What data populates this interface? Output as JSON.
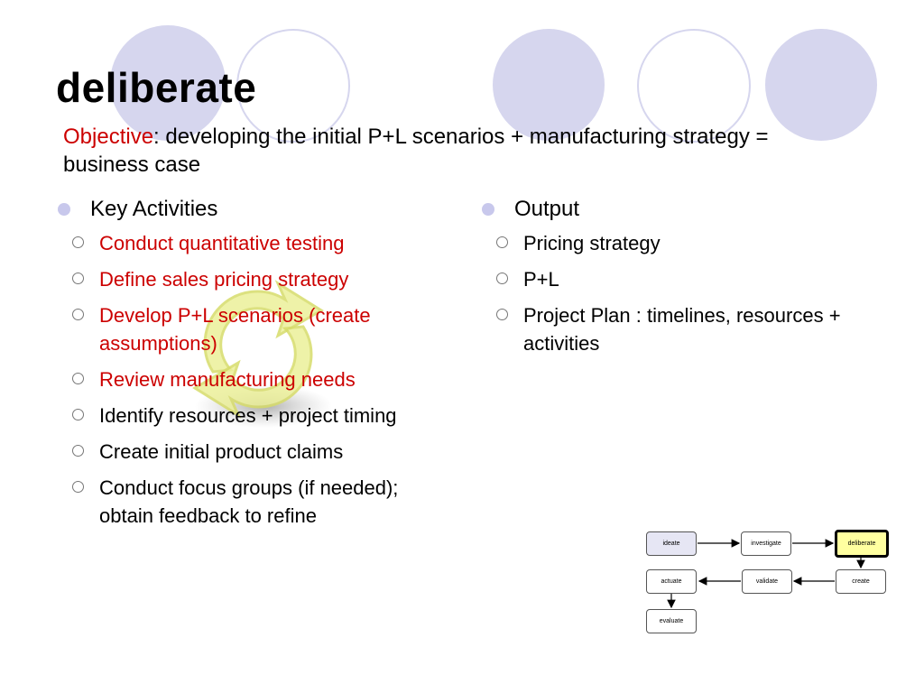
{
  "slide": {
    "title": "deliberate",
    "objective": {
      "label": "Objective",
      "text": ": developing the initial P+L scenarios + manufacturing strategy = business case"
    }
  },
  "key_activities": {
    "heading": "Key Activities",
    "items": [
      "Conduct quantitative testing",
      "Define sales pricing strategy",
      "Develop P+L scenarios (create assumptions)",
      "Review manufacturing needs",
      "Identify resources + project timing",
      "Create initial product claims",
      "Conduct focus groups (if needed); obtain feedback to refine"
    ]
  },
  "output": {
    "heading": "Output",
    "items": [
      "Pricing strategy",
      "P+L",
      "Project Plan : timelines, resources + activities"
    ]
  },
  "flow": {
    "nodes": [
      "ideate",
      "investigate",
      "deliberate",
      "create",
      "validate",
      "actuate",
      "evaluate"
    ]
  },
  "colors": {
    "accent_red": "#cc0000",
    "circle": "#d6d6ee",
    "active_node": "#ffffa0"
  }
}
